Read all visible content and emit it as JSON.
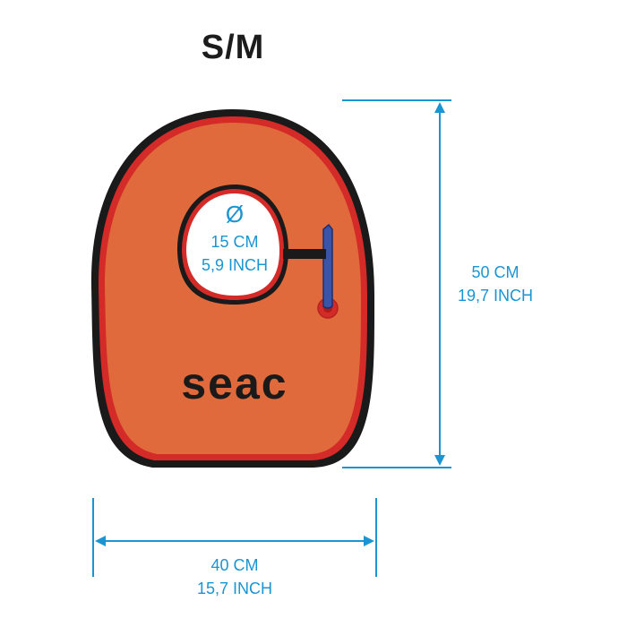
{
  "size_label": "S/M",
  "brand": "seac",
  "opening": {
    "symbol": "Ø",
    "cm": "15 CM",
    "inch": "5,9 INCH"
  },
  "height_dim": {
    "cm": "50 CM",
    "inch": "19,7 INCH"
  },
  "width_dim": {
    "cm": "40 CM",
    "inch": "15,7 INCH"
  },
  "colors": {
    "body": "#e06a3c",
    "trim": "#d42b28",
    "outline": "#1a1a1a",
    "dimension": "#1a95d2",
    "valve": "#3a55a8"
  }
}
